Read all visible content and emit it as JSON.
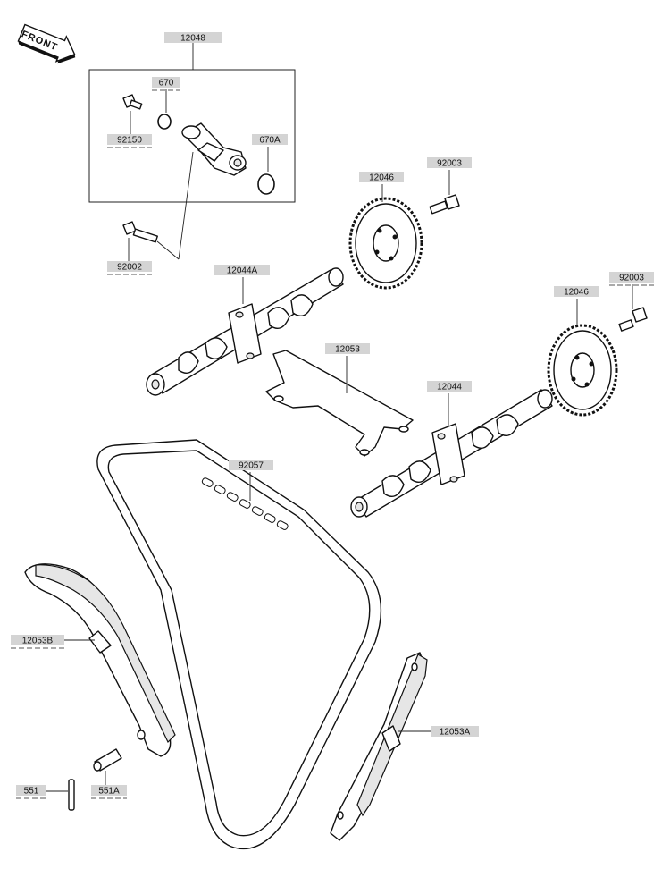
{
  "front_indicator": {
    "text": "FRONT"
  },
  "parts": {
    "p12048": "12048",
    "p670": "670",
    "p92150": "92150",
    "p670A": "670A",
    "p92002": "92002",
    "p12046_top": "12046",
    "p92003_top": "92003",
    "p12044A": "12044A",
    "p12046_right": "12046",
    "p92003_right": "92003",
    "p12053": "12053",
    "p12044": "12044",
    "p92057": "92057",
    "p12053B": "12053B",
    "p12053A": "12053A",
    "p551": "551",
    "p551A": "551A"
  }
}
